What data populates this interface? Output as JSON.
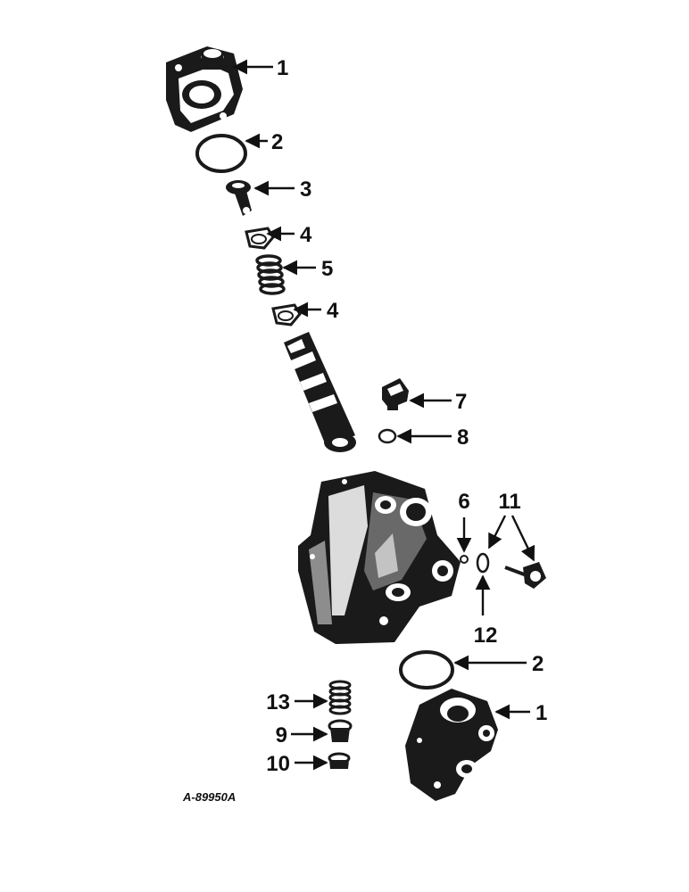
{
  "drawing_code": "A-89950A",
  "callouts": {
    "c1_top": "1",
    "c2_top": "2",
    "c3": "3",
    "c4_upper": "4",
    "c5": "5",
    "c4_lower": "4",
    "c7": "7",
    "c8": "8",
    "c6": "6",
    "c11": "11",
    "c12": "12",
    "c2_bottom": "2",
    "c1_bottom": "1",
    "c13": "13",
    "c9": "9",
    "c10": "10"
  }
}
